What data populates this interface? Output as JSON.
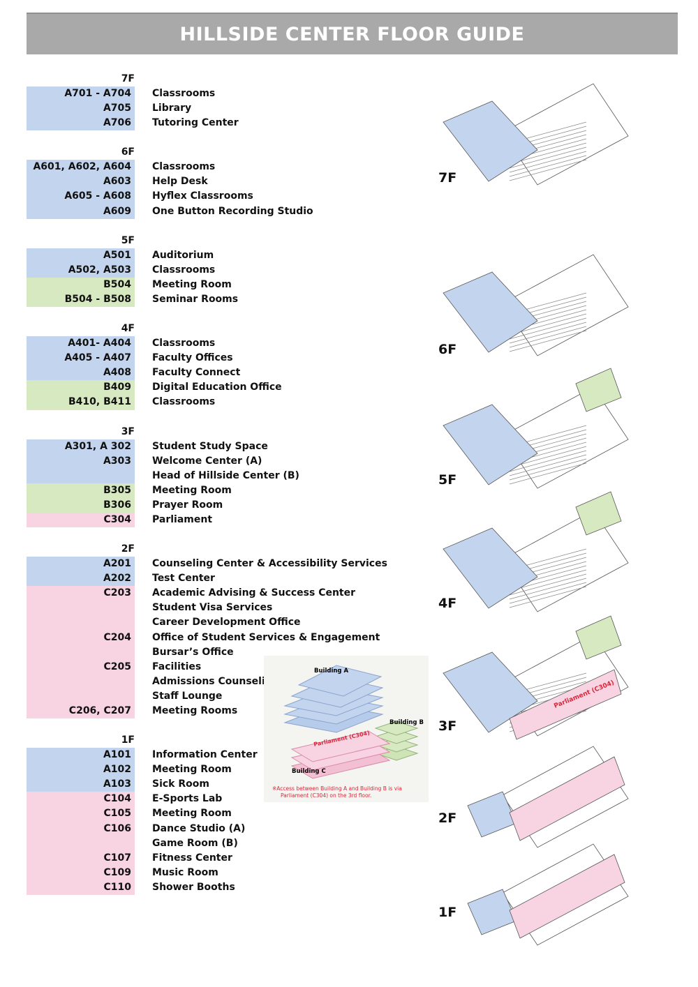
{
  "title": "HILLSIDE CENTER FLOOR GUIDE",
  "colors": {
    "building_a": "#c3d5ee",
    "building_b": "#d7e9c1",
    "building_c": "#f8d3e2",
    "header": "#a9a9a9",
    "accent_red": "#d9263a"
  },
  "floors": [
    {
      "label": "7F",
      "rooms": [
        {
          "code": "A701 - A704",
          "name": "Classrooms",
          "building": "A"
        },
        {
          "code": "A705",
          "name": "Library",
          "building": "A"
        },
        {
          "code": "A706",
          "name": "Tutoring Center",
          "building": "A"
        }
      ]
    },
    {
      "label": "6F",
      "rooms": [
        {
          "code": "A601, A602, A604",
          "name": "Classrooms",
          "building": "A"
        },
        {
          "code": "A603",
          "name": "Help Desk",
          "building": "A"
        },
        {
          "code": "A605 - A608",
          "name": "Hyflex Classrooms",
          "building": "A"
        },
        {
          "code": "A609",
          "name": "One Button Recording Studio",
          "building": "A"
        }
      ]
    },
    {
      "label": "5F",
      "rooms": [
        {
          "code": "A501",
          "name": "Auditorium",
          "building": "A"
        },
        {
          "code": "A502, A503",
          "name": "Classrooms",
          "building": "A"
        },
        {
          "code": "B504",
          "name": "Meeting Room",
          "building": "B"
        },
        {
          "code": "B504 - B508",
          "name": "Seminar Rooms",
          "building": "B"
        }
      ]
    },
    {
      "label": "4F",
      "rooms": [
        {
          "code": "A401- A404",
          "name": "Classrooms",
          "building": "A"
        },
        {
          "code": "A405 - A407",
          "name": "Faculty Offices",
          "building": "A"
        },
        {
          "code": "A408",
          "name": "Faculty Connect",
          "building": "A"
        },
        {
          "code": "B409",
          "name": "Digital Education Office",
          "building": "B"
        },
        {
          "code": "B410, B411",
          "name": "Classrooms",
          "building": "B"
        }
      ]
    },
    {
      "label": "3F",
      "rooms": [
        {
          "code": "A301, A 302",
          "name": "Student Study Space",
          "building": "A"
        },
        {
          "code": "A303",
          "name": "Welcome Center (A)",
          "building": "A"
        },
        {
          "code": "",
          "name": "Head of Hillside Center (B)",
          "building": "A"
        },
        {
          "code": "B305",
          "name": "Meeting Room",
          "building": "B"
        },
        {
          "code": "B306",
          "name": "Prayer Room",
          "building": "B"
        },
        {
          "code": "C304",
          "name": "Parliament",
          "building": "C"
        }
      ]
    },
    {
      "label": "2F",
      "rooms": [
        {
          "code": "A201",
          "name": "Counseling Center & Accessibility Services",
          "building": "A"
        },
        {
          "code": "A202",
          "name": "Test Center",
          "building": "A"
        },
        {
          "code": "C203",
          "name": "Academic Advising & Success Center",
          "building": "C"
        },
        {
          "code": "",
          "name": "Student Visa Services",
          "building": "C"
        },
        {
          "code": "",
          "name": "Career Development Office",
          "building": "C"
        },
        {
          "code": "C204",
          "name": "Office of Student Services & Engagement",
          "building": "C"
        },
        {
          "code": "",
          "name": "Bursar’s Office",
          "building": "C"
        },
        {
          "code": "C205",
          "name": "Facilities",
          "building": "C"
        },
        {
          "code": "",
          "name": "Admissions Counseling",
          "building": "C"
        },
        {
          "code": "",
          "name": "Staff Lounge",
          "building": "C"
        },
        {
          "code": "C206, C207",
          "name": "Meeting Rooms",
          "building": "C"
        }
      ]
    },
    {
      "label": "1F",
      "rooms": [
        {
          "code": "A101",
          "name": "Information Center",
          "building": "A"
        },
        {
          "code": "A102",
          "name": "Meeting Room",
          "building": "A"
        },
        {
          "code": "A103",
          "name": "Sick Room",
          "building": "A"
        },
        {
          "code": "C104",
          "name": "E-Sports Lab",
          "building": "C"
        },
        {
          "code": "C105",
          "name": "Meeting Room",
          "building": "C"
        },
        {
          "code": "C106",
          "name": "Dance Studio (A)",
          "building": "C"
        },
        {
          "code": "",
          "name": "Game Room (B)",
          "building": "C"
        },
        {
          "code": "C107",
          "name": "Fitness Center",
          "building": "C"
        },
        {
          "code": "C109",
          "name": "Music Room",
          "building": "C"
        },
        {
          "code": "C110",
          "name": "Shower Booths",
          "building": "C"
        }
      ]
    }
  ],
  "map_labels": [
    "7F",
    "6F",
    "5F",
    "4F",
    "3F",
    "2F",
    "1F"
  ],
  "map_parliament_label": "Parliament (C304)",
  "inset": {
    "building_a": "Building A",
    "building_b": "Building B",
    "building_c": "Building C",
    "parliament": "Parliament (C304)",
    "note_line1": "※Access between Building A and Building B is via",
    "note_line2": "Parliament (C304) on the 3rd floor."
  }
}
